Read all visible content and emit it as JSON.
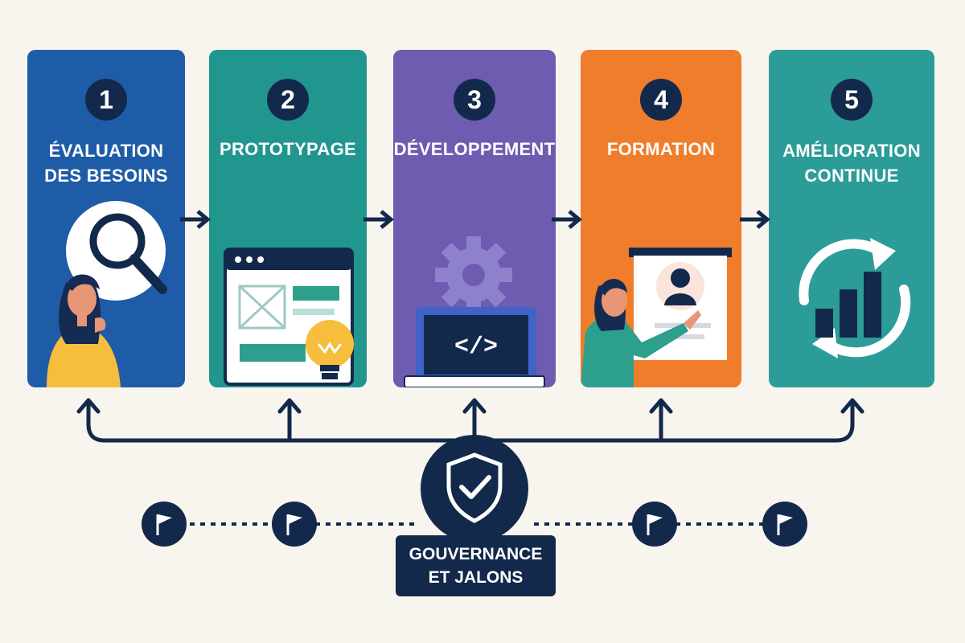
{
  "steps": [
    {
      "number": "1",
      "title": "ÉVALUATION\nDES BESOINS",
      "color": "#1f5ca8",
      "icon": "magnifier-person-icon"
    },
    {
      "number": "2",
      "title": "PROTOTYPAGE",
      "color": "#20968f",
      "icon": "wireframe-lightbulb-icon"
    },
    {
      "number": "3",
      "title": "DÉVELOPPEMENT",
      "color": "#6d5cb0",
      "icon": "laptop-code-gear-icon"
    },
    {
      "number": "4",
      "title": "FORMATION",
      "color": "#ef7d2c",
      "icon": "presenter-board-icon"
    },
    {
      "number": "5",
      "title": "AMÉLIORATION\nCONTINUE",
      "color": "#2b9c97",
      "icon": "cycle-chart-icon"
    }
  ],
  "governance": {
    "label": "GOUVERNANCE\nET JALONS",
    "icon": "shield-check-icon"
  },
  "milestones": {
    "count": 4,
    "icon": "flag-icon"
  },
  "colors": {
    "navy": "#13294b",
    "background": "#f8f4ee"
  }
}
